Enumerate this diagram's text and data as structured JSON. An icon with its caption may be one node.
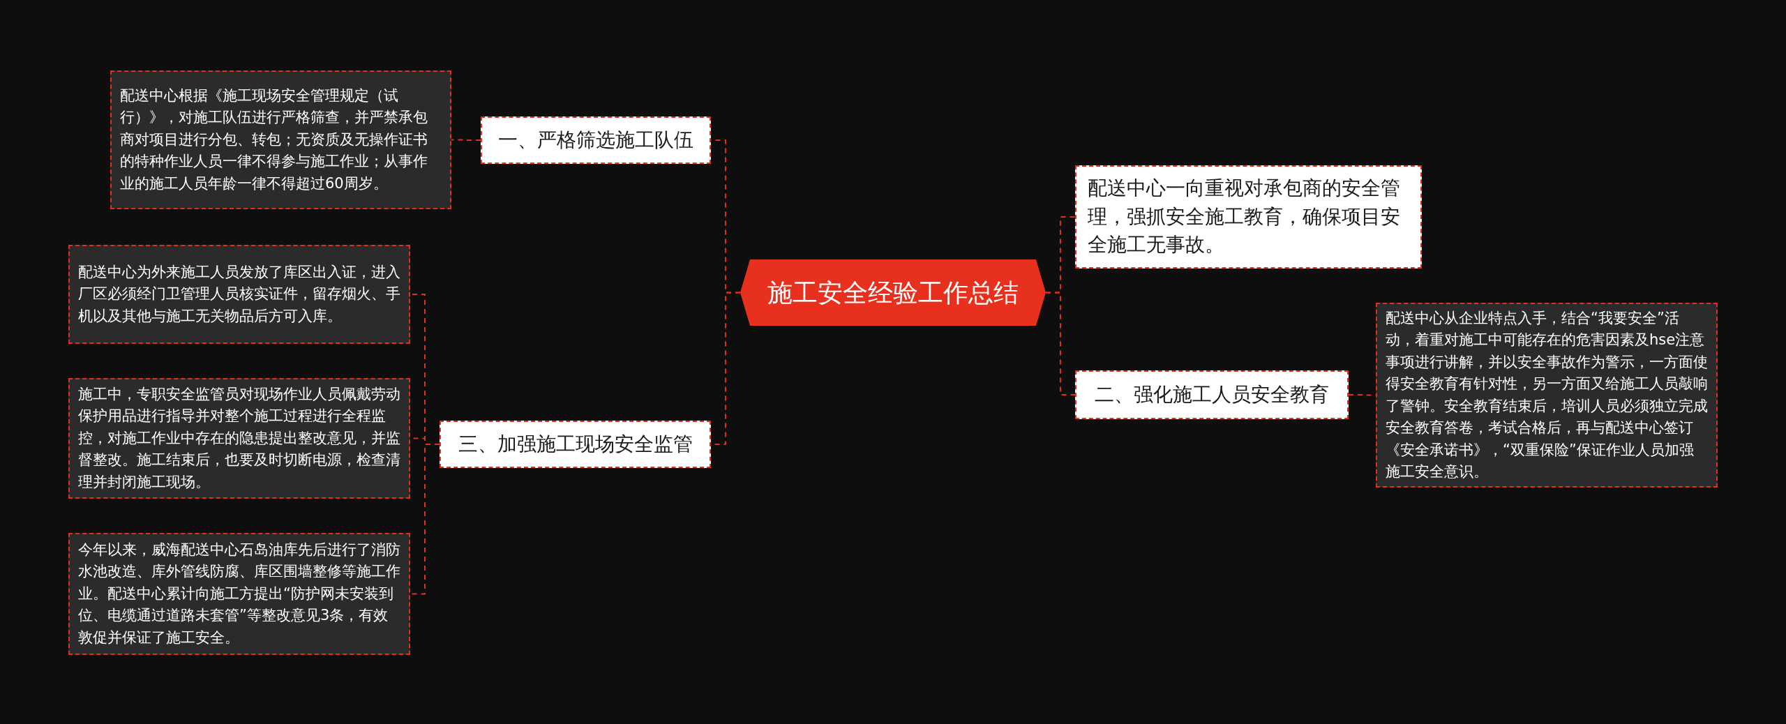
{
  "diagram": {
    "nodes": [
      {
        "text": [
          "施工安全经验工作总结"
        ]
      },
      {
        "text": [
          "一、严格筛选施工队伍"
        ]
      },
      {
        "text": [
          "配送中心根据《施工现场安全管理规定（试行）》，对施工队伍进行严格筛查，并严禁承包商对项目进行分包、转包；无资质及无操作证书的特种作业人员一律不得参与施工作业；从事作业的施工人员年龄一律不得超过60周岁。"
        ]
      },
      {
        "text": [
          "三、加强施工现场安全监管"
        ]
      },
      {
        "text": [
          "配送中心为外来施工人员发放了库区出入证，进入厂区必须经门卫管理人员核实证件，留存烟火、手机以及其他与施工无关物品后方可入库。"
        ]
      },
      {
        "text": [
          "施工中，专职安全监管员对现场作业人员佩戴劳动保护用品进行指导并对整个施工过程进行全程监控，对施工作业中存在的隐患提出整改意见，并监督整改。施工结束后，也要及时切断电源，检查清理并封闭施工现场。"
        ]
      },
      {
        "text": [
          "今年以来，威海配送中心石岛油库先后进行了消防水池改造、库外管线防腐、库区围墙整修等施工作业。配送中心累计向施工方提出“防护网未安装到位、电缆通过道路未套管”等整改意见3条，有效敦促并保证了施工安全。"
        ]
      },
      {
        "text": [
          "配送中心一向重视对承包商的安全管理，强抓安全施工教育，确保项目安全施工无事故。"
        ]
      },
      {
        "text": [
          "二、强化施工人员安全教育"
        ]
      },
      {
        "text": [
          "配送中心从企业特点入手，结合“我要安全”活动，着重对施工中可能存在的危害因素及hse注意事项进行讲解，并以安全事故作为警示，一方面使得安全教育有针对性，另一方面又给施工人员敲响了警钟。安全教育结束后，培训人员必须独立完成安全教育答卷，考试合格后，再与配送中心签订《安全承诺书》，“双重保险”保证作业人员加强施工安全意识。"
        ]
      }
    ],
    "edges": [
      {
        "from": 0,
        "to": 1,
        "arrow": "none"
      },
      {
        "from": 1,
        "to": 2,
        "arrow": "none"
      },
      {
        "from": 0,
        "to": 3,
        "arrow": "none"
      },
      {
        "from": 3,
        "to": 4,
        "arrow": "none"
      },
      {
        "from": 3,
        "to": 5,
        "arrow": "none"
      },
      {
        "from": 3,
        "to": 6,
        "arrow": "none"
      },
      {
        "from": 0,
        "to": 7,
        "arrow": "none"
      },
      {
        "from": 0,
        "to": 8,
        "arrow": "none"
      },
      {
        "from": 8,
        "to": 9,
        "arrow": "none"
      }
    ]
  }
}
